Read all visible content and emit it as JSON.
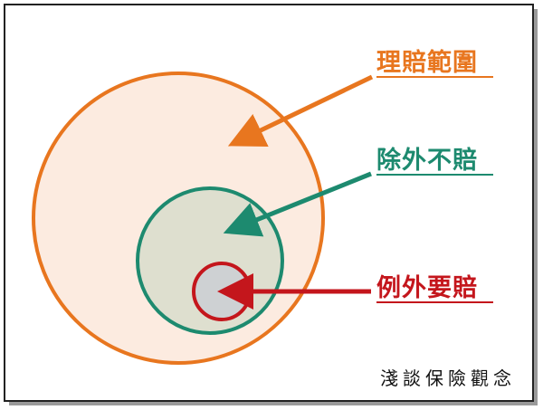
{
  "labels": {
    "claim_scope": "理賠範圍",
    "exclusion": "除外不賠",
    "exception_pay": "例外要賠"
  },
  "caption": "淺談保險觀念",
  "colors": {
    "claim_scope": "#e8761f",
    "exclusion": "#1d8a6f",
    "exception_pay": "#c4161c",
    "claim_scope_fill": "#fcebe0",
    "exclusion_fill": "#dedfcf",
    "exception_fill": "#ced1d3",
    "frame": "#222222"
  }
}
